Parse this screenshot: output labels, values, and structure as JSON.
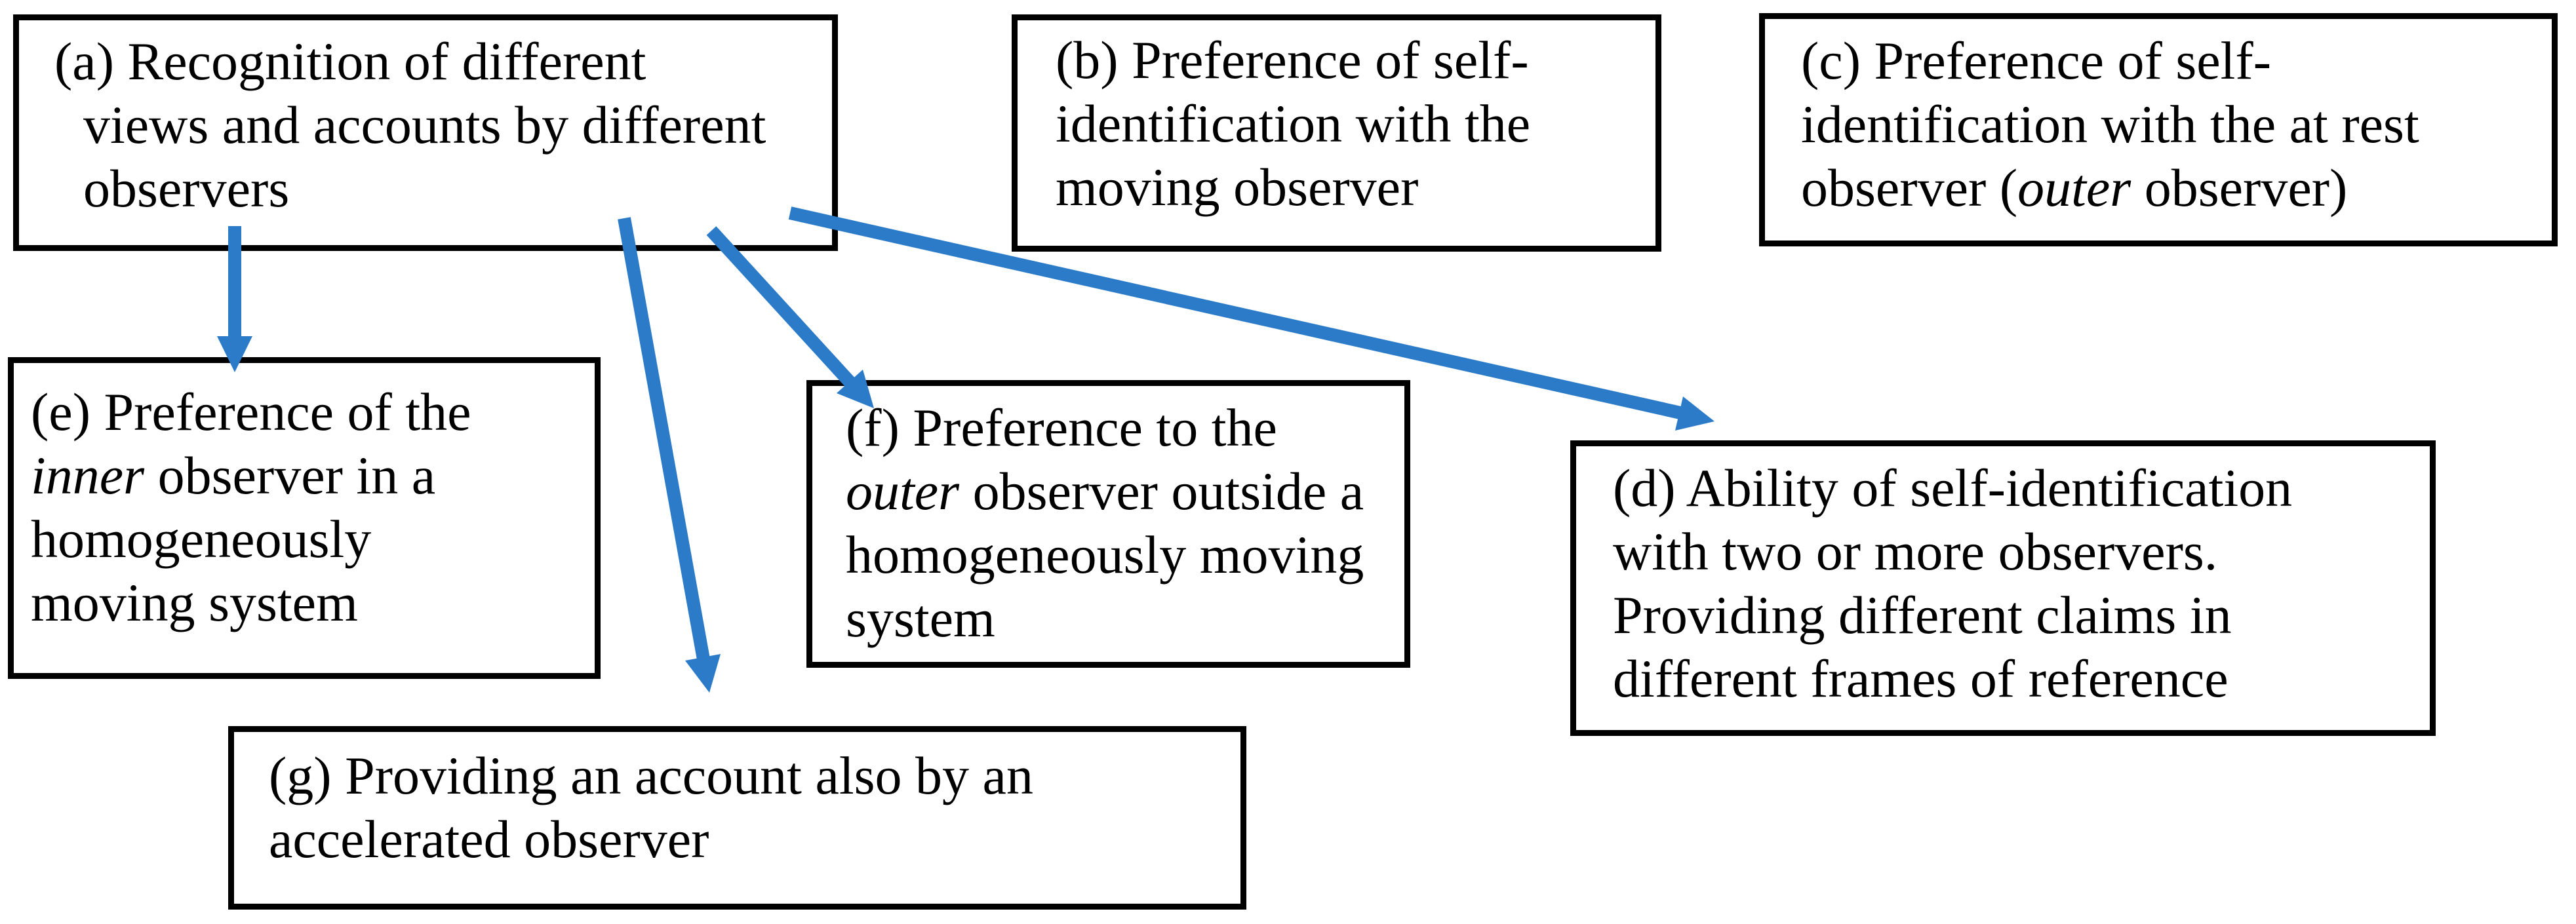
{
  "diagram": {
    "type": "flowchart",
    "background_color": "#ffffff",
    "box_border_color": "#000000",
    "text_color": "#000000",
    "arrow_color": "#2b7bc9",
    "boxes": [
      {
        "id": "a",
        "lines": [
          [
            {
              "t": "(a) Recognition of different",
              "i": false
            }
          ],
          [
            {
              "t": "views and accounts by different",
              "i": false
            }
          ],
          [
            {
              "t": "observers",
              "i": false
            }
          ]
        ]
      },
      {
        "id": "b",
        "lines": [
          [
            {
              "t": "(b) Preference of self-",
              "i": false
            }
          ],
          [
            {
              "t": "identification with the",
              "i": false
            }
          ],
          [
            {
              "t": "moving observer",
              "i": false
            }
          ]
        ]
      },
      {
        "id": "c",
        "lines": [
          [
            {
              "t": "(c) Preference of self-",
              "i": false
            }
          ],
          [
            {
              "t": "identification with the at rest",
              "i": false
            }
          ],
          [
            {
              "t": "observer (",
              "i": false
            },
            {
              "t": "outer",
              "i": true
            },
            {
              "t": " observer)",
              "i": false
            }
          ]
        ]
      },
      {
        "id": "e",
        "lines": [
          [
            {
              "t": "(e) Preference of the",
              "i": false
            }
          ],
          [
            {
              "t": "inner",
              "i": true
            },
            {
              "t": " observer in a",
              "i": false
            }
          ],
          [
            {
              "t": "homogeneously",
              "i": false
            }
          ],
          [
            {
              "t": "moving system",
              "i": false
            }
          ]
        ]
      },
      {
        "id": "f",
        "lines": [
          [
            {
              "t": "(f) Preference to the",
              "i": false
            }
          ],
          [
            {
              "t": "outer",
              "i": true
            },
            {
              "t": " observer outside a",
              "i": false
            }
          ],
          [
            {
              "t": "homogeneously moving",
              "i": false
            }
          ],
          [
            {
              "t": "system",
              "i": false
            }
          ]
        ]
      },
      {
        "id": "d",
        "lines": [
          [
            {
              "t": "(d) Ability of self-identification",
              "i": false
            }
          ],
          [
            {
              "t": "with two or more observers.",
              "i": false
            }
          ],
          [
            {
              "t": "Providing different claims in",
              "i": false
            }
          ],
          [
            {
              "t": "different frames of reference",
              "i": false
            }
          ]
        ]
      },
      {
        "id": "g",
        "lines": [
          [
            {
              "t": "(g) Providing an account also by an",
              "i": false
            }
          ],
          [
            {
              "t": "accelerated observer",
              "i": false
            }
          ]
        ]
      }
    ],
    "arrows": [
      {
        "from": "a",
        "to": "e"
      },
      {
        "from": "a",
        "to": "g"
      },
      {
        "from": "a",
        "to": "f"
      },
      {
        "from": "a",
        "to": "d"
      }
    ]
  }
}
